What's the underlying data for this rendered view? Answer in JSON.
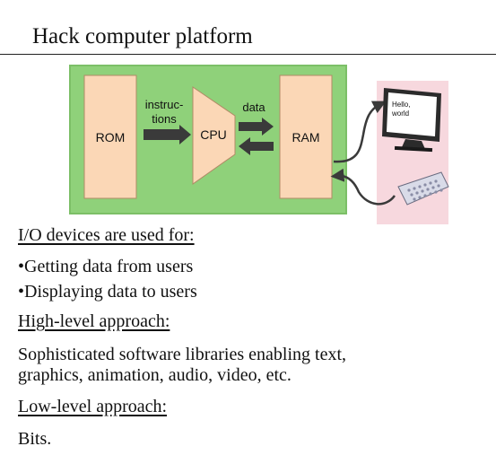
{
  "slide": {
    "title": "Hack computer platform"
  },
  "diagram": {
    "rom_label": "ROM",
    "cpu_label": "CPU",
    "ram_label": "RAM",
    "instructions_label_line1": "instruc-",
    "instructions_label_line2": "tions",
    "data_label": "data",
    "screen_text_line1": "Hello,",
    "screen_text_line2": "world",
    "colors": {
      "board": "#8fd17a",
      "component": "#fbd7b6",
      "io_panel": "#f7d8de",
      "arrow": "#3a3a3a"
    }
  },
  "content": {
    "heading1": "I/O devices are used for:",
    "bullet1": "•Getting data from users",
    "bullet2": "•Displaying data to users",
    "heading2": "High-level approach:",
    "para1_line1": "Sophisticated software libraries enabling text,",
    "para1_line2": "graphics, animation, audio, video, etc.",
    "heading3": "Low-level approach:",
    "para2": "Bits."
  }
}
